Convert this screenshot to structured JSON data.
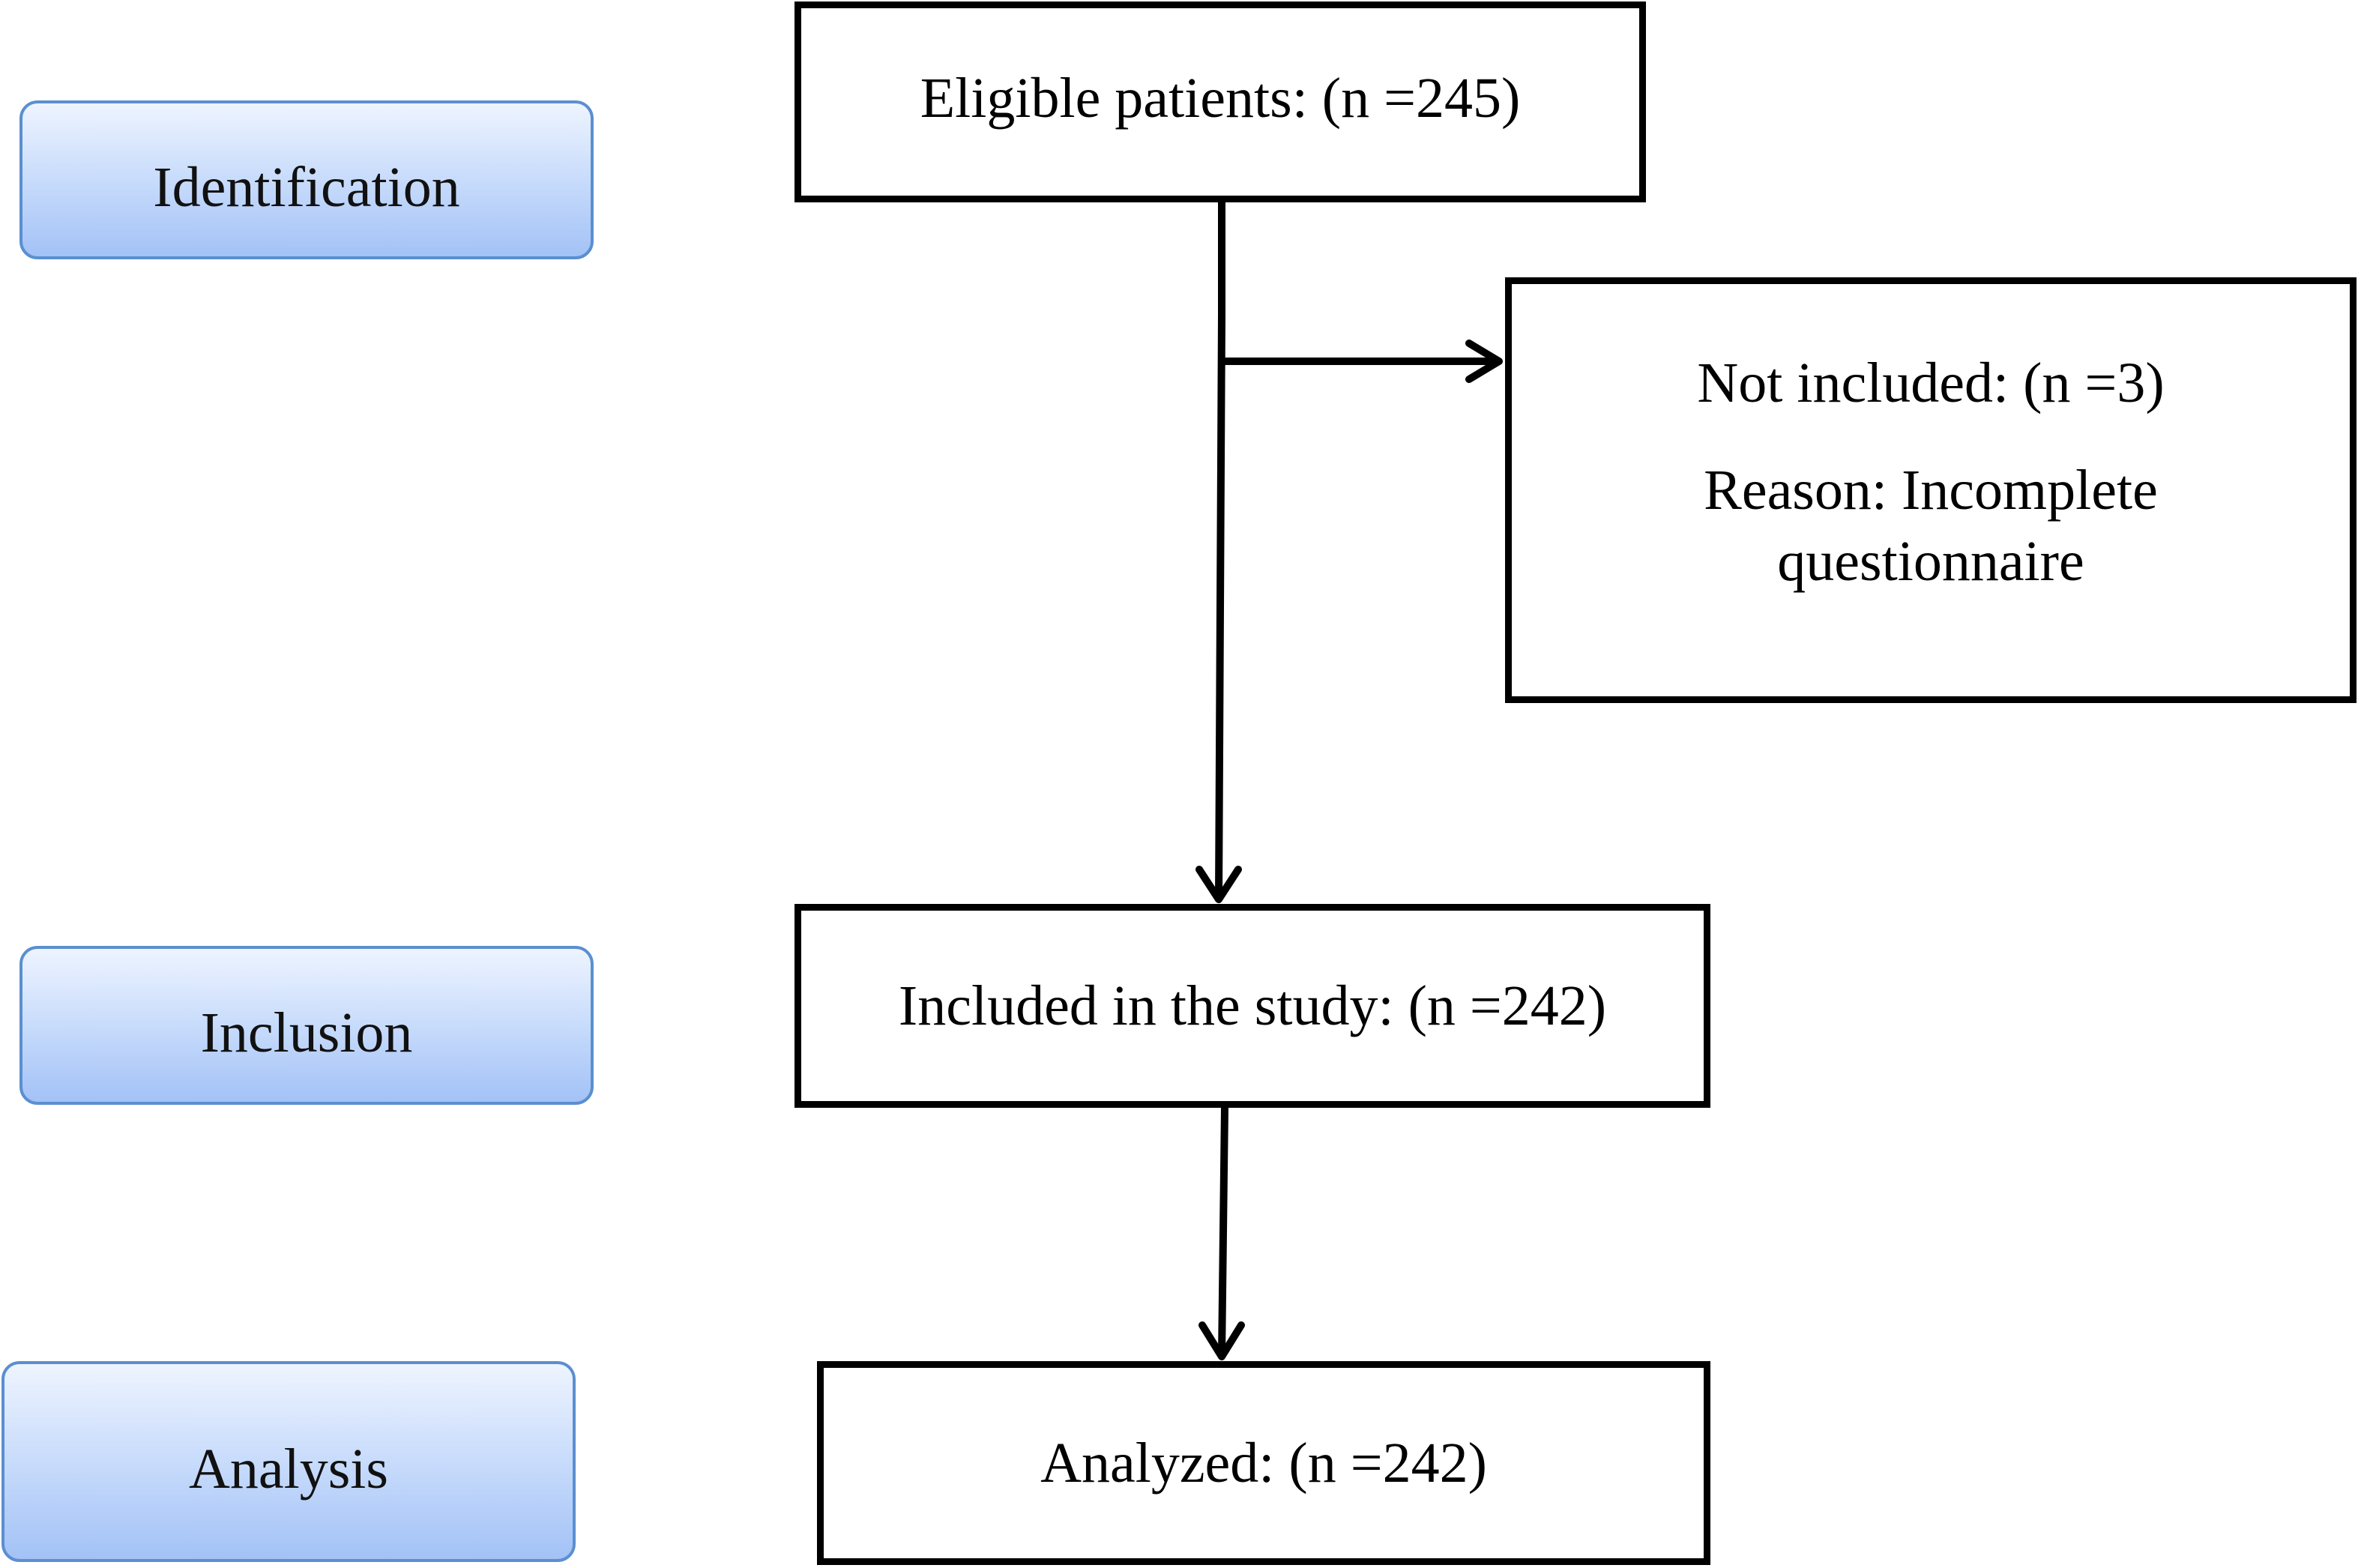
{
  "stages": {
    "identification": "Identification",
    "inclusion": "Inclusion",
    "analysis": "Analysis"
  },
  "boxes": {
    "eligible": "Eligible patients: (n =245)",
    "not_included": "Not included: (n =3)",
    "not_included_reason": "Reason: Incomplete questionnaire",
    "included": "Included in the study: (n =242)",
    "analyzed": "Analyzed: (n =242)"
  },
  "colors": {
    "stage_fill_top": "#eef4ff",
    "stage_fill_bottom": "#a3c2f6",
    "stage_border": "#5b8fd0",
    "box_border": "#000000"
  }
}
